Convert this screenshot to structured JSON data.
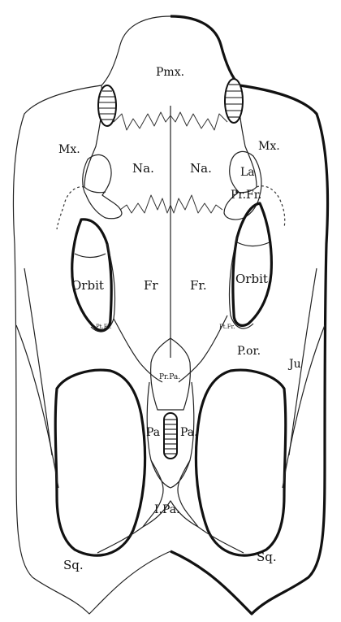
{
  "labels": {
    "pmx": "Pmx.",
    "mx_left": "Mx.",
    "mx_right": "Mx.",
    "na_left": "Na.",
    "na_right": "Na.",
    "la": "La",
    "prfr": "Pr.Fr.",
    "orbit_left": "Orbit",
    "orbit_right": "Orbit",
    "fr_left": "Fr",
    "fr_right": "Fr.",
    "ptfr_left": "Pt.Fr.",
    "ptfr_right": "Pt.Fr.",
    "por": "P.or.",
    "ju": "Ju",
    "prpa": "Pr.Pa.",
    "pa_left": "Pa",
    "pa_right": "Pa.",
    "ipa": "I.Pa.",
    "sq_left": "Sq.",
    "sq_right": "Sq."
  }
}
